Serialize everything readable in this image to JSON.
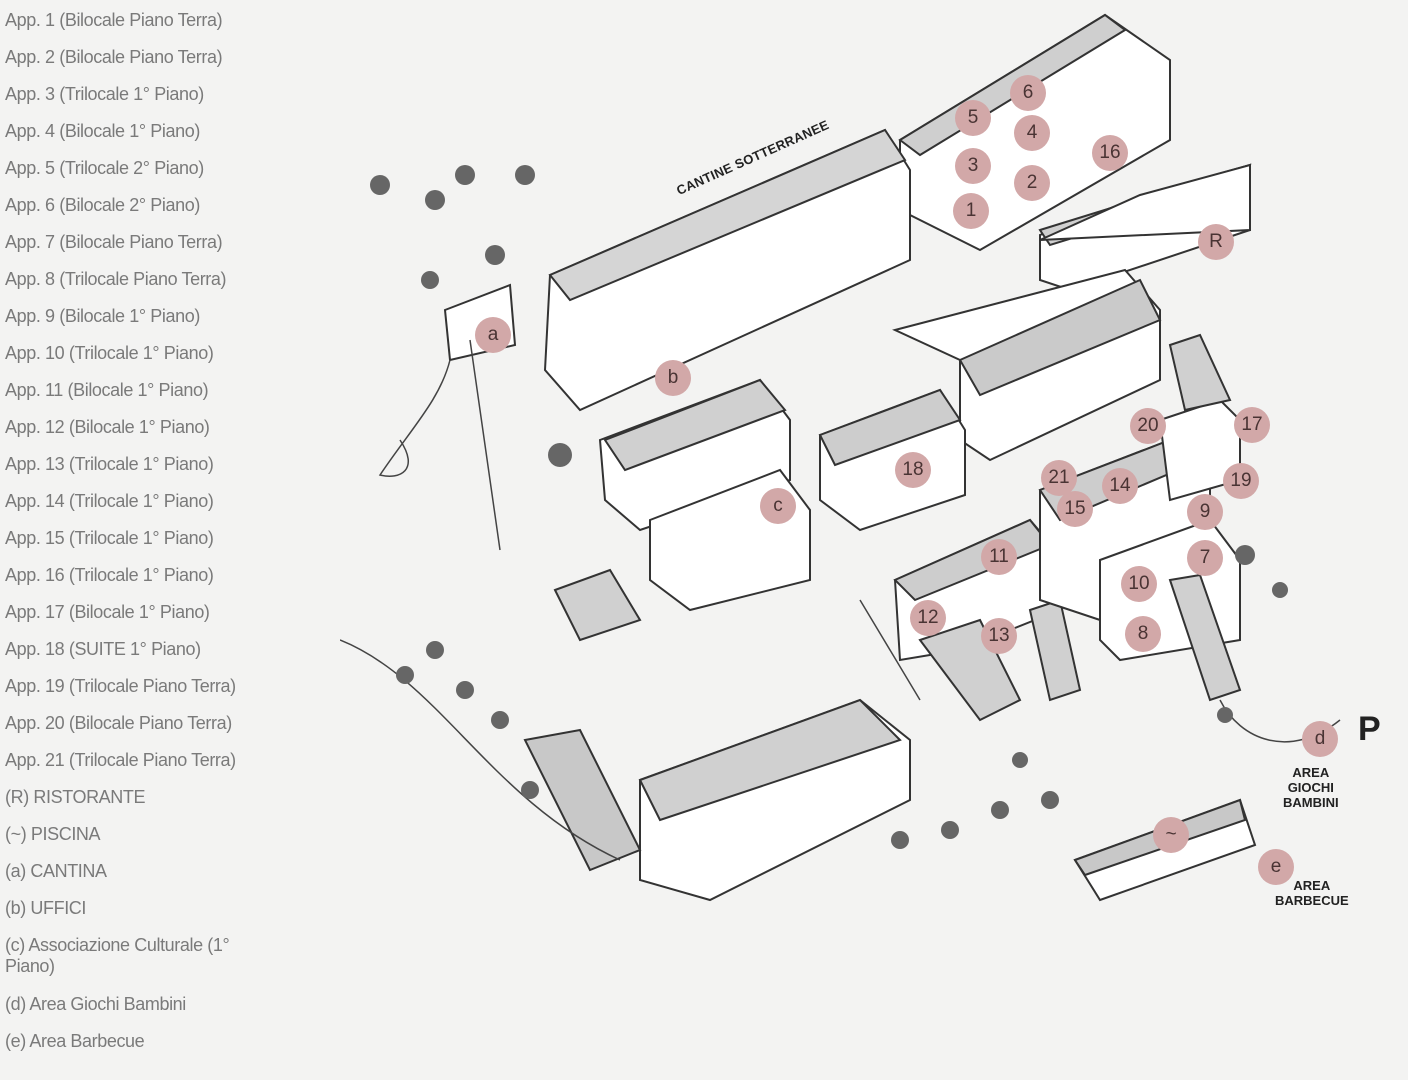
{
  "legend": [
    "App. 1 (Bilocale Piano Terra)",
    "App. 2 (Bilocale Piano Terra)",
    "App. 3 (Trilocale 1° Piano)",
    "App. 4 (Bilocale 1° Piano)",
    "App. 5 (Trilocale 2° Piano)",
    "App. 6 (Bilocale 2° Piano)",
    "App. 7 (Bilocale Piano Terra)",
    "App. 8 (Trilocale Piano Terra)",
    "App. 9 (Bilocale 1° Piano)",
    "App. 10 (Trilocale 1° Piano)",
    "App. 11 (Bilocale 1° Piano)",
    "App. 12 (Bilocale 1° Piano)",
    "App. 13 (Trilocale 1° Piano)",
    "App. 14 (Trilocale 1° Piano)",
    "App. 15 (Trilocale 1° Piano)",
    "App. 16 (Trilocale 1° Piano)",
    "App. 17 (Bilocale 1° Piano)",
    "App. 18 (SUITE 1° Piano)",
    "App. 19 (Trilocale Piano Terra)",
    "App. 20 (Bilocale Piano Terra)",
    "App. 21 (Trilocale Piano Terra)",
    "(R) RISTORANTE",
    "(~) PISCINA",
    "(a) CANTINA",
    "(b) UFFICI",
    "(c) Associazione Culturale (1° Piano)",
    "(d) Area Giochi Bambini",
    "(e) Area Barbecue"
  ],
  "map": {
    "markers": [
      "a",
      "b",
      "c",
      "1",
      "2",
      "3",
      "4",
      "5",
      "6",
      "16",
      "R",
      "18",
      "20",
      "17",
      "21",
      "14",
      "19",
      "15",
      "9",
      "7",
      "11",
      "10",
      "12",
      "13",
      "8",
      "d",
      "~",
      "e"
    ],
    "labels": {
      "cantine": "CANTINE SOTTERRANEE",
      "parking": "P",
      "giochi": "AREA\nGIOCHI\nBAMBINI",
      "barbecue": "AREA\nBARBECUE"
    },
    "marker_color": "#d2a8a8"
  }
}
